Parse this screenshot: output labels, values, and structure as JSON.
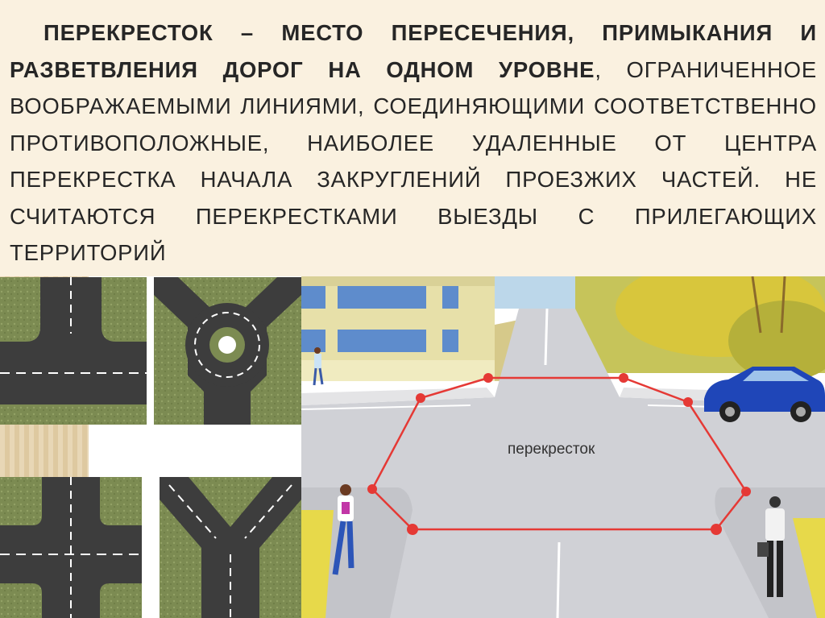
{
  "slide": {
    "definition_term": "ПЕРЕКРЕСТОК – МЕСТО ПЕРЕСЕЧЕНИЯ, ПРИМЫКАНИЯ И РАЗВЕТВЛЕНИЯ ДОРОГ НА ОДНОМ УРОВНЕ",
    "definition_rest": ", ОГРАНИЧЕННОЕ ВООБРАЖАЕМЫМИ ЛИНИЯМИ, СОЕДИНЯЮЩИМИ СООТВЕТСТВЕННО ПРОТИВОПОЛОЖНЫЕ, НАИБОЛЕЕ УДАЛЕННЫЕ ОТ ЦЕНТРА ПЕРЕКРЕСТКА НАЧАЛА ЗАКРУГЛЕНИЙ ПРОЕЗЖИХ ЧАСТЕЙ. НЕ СЧИТАЮТСЯ ПЕРЕКРЕСТКАМИ ВЫЕЗДЫ С ПРИЛЕГАЮЩИХ ТЕРРИТОРИЙ"
  },
  "illustration": {
    "intersection_label": "перекресток",
    "boundary_color": "#e53935",
    "road_color": "#d4d4d8",
    "grass_color": "#7f8f55",
    "car_color": "#1f46b8"
  },
  "diagrams": [
    "t-junction",
    "roundabout",
    "crossroads",
    "y-junction"
  ]
}
